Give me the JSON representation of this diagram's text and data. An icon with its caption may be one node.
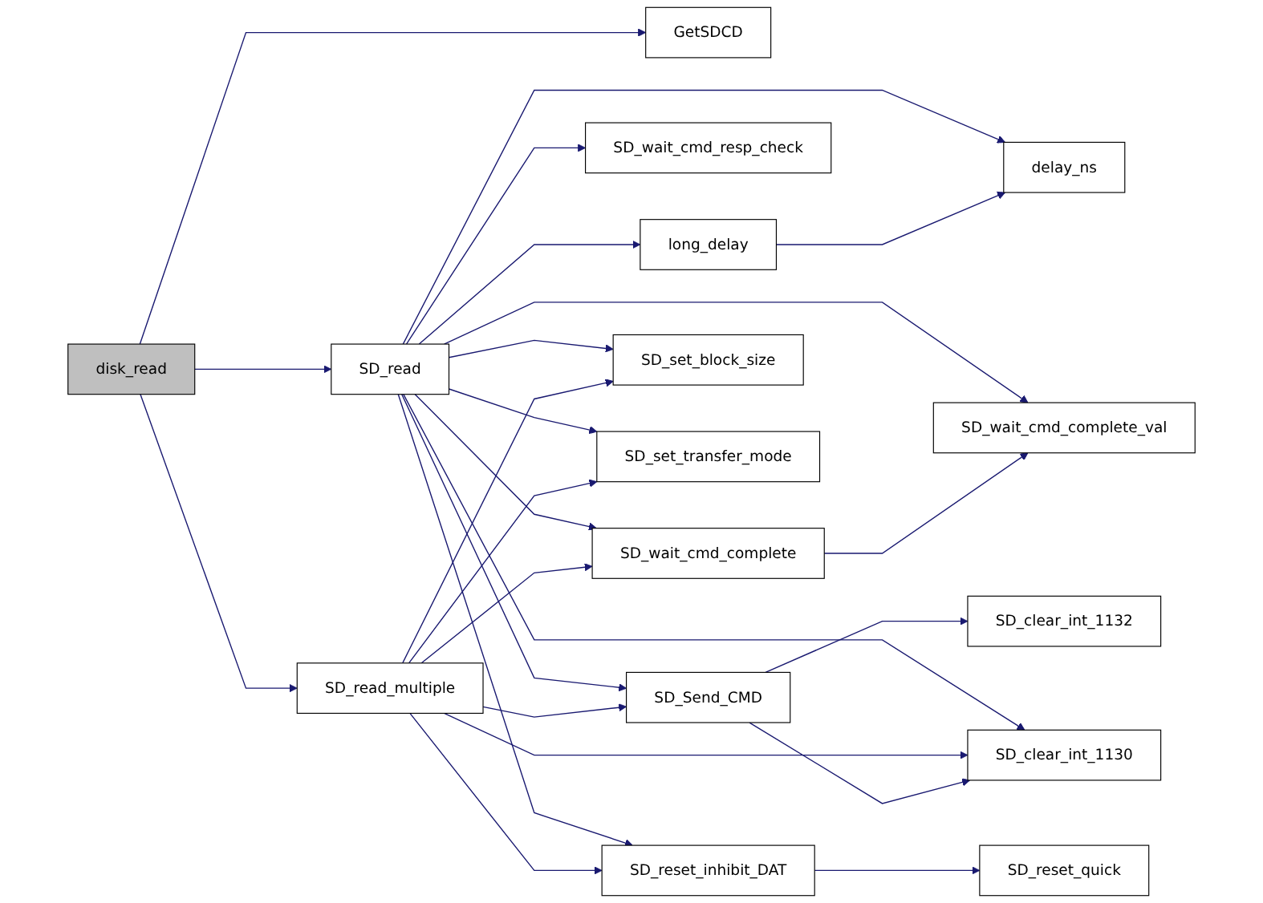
{
  "diagram": {
    "nodes": [
      {
        "text": [
          "disk_read"
        ]
      },
      {
        "text": [
          "GetSDCD"
        ]
      },
      {
        "text": [
          "SD_read"
        ]
      },
      {
        "text": [
          "SD_read_multiple"
        ]
      },
      {
        "text": [
          "long_delay"
        ]
      },
      {
        "text": [
          "SD_wait_cmd_resp_check"
        ]
      },
      {
        "text": [
          "SD_wait_cmd_complete"
        ]
      },
      {
        "text": [
          "SD_Send_CMD"
        ]
      },
      {
        "text": [
          "SD_set_block_size"
        ]
      },
      {
        "text": [
          "SD_set_transfer_mode"
        ]
      },
      {
        "text": [
          "SD_reset_inhibit_DAT"
        ]
      },
      {
        "text": [
          "delay_ns"
        ]
      },
      {
        "text": [
          "SD_wait_cmd_complete_val"
        ]
      },
      {
        "text": [
          "SD_clear_int_1132"
        ]
      },
      {
        "text": [
          "SD_clear_int_1130"
        ]
      },
      {
        "text": [
          "SD_reset_quick"
        ]
      }
    ],
    "edges": [
      {
        "from": 0,
        "to": 1,
        "arrow": "to"
      },
      {
        "from": 0,
        "to": 2,
        "arrow": "to"
      },
      {
        "from": 0,
        "to": 3,
        "arrow": "to"
      },
      {
        "from": 2,
        "to": 4,
        "arrow": "to"
      },
      {
        "from": 2,
        "to": 11,
        "arrow": "to"
      },
      {
        "from": 2,
        "to": 5,
        "arrow": "to"
      },
      {
        "from": 2,
        "to": 12,
        "arrow": "to"
      },
      {
        "from": 2,
        "to": 6,
        "arrow": "to"
      },
      {
        "from": 2,
        "to": 7,
        "arrow": "to"
      },
      {
        "from": 2,
        "to": 14,
        "arrow": "to"
      },
      {
        "from": 2,
        "to": 8,
        "arrow": "to"
      },
      {
        "from": 2,
        "to": 9,
        "arrow": "to"
      },
      {
        "from": 2,
        "to": 10,
        "arrow": "to"
      },
      {
        "from": 3,
        "to": 6,
        "arrow": "to"
      },
      {
        "from": 3,
        "to": 7,
        "arrow": "to"
      },
      {
        "from": 3,
        "to": 8,
        "arrow": "to"
      },
      {
        "from": 3,
        "to": 9,
        "arrow": "to"
      },
      {
        "from": 3,
        "to": 14,
        "arrow": "to"
      },
      {
        "from": 3,
        "to": 10,
        "arrow": "to"
      },
      {
        "from": 4,
        "to": 11,
        "arrow": "to"
      },
      {
        "from": 6,
        "to": 12,
        "arrow": "to"
      },
      {
        "from": 7,
        "to": 13,
        "arrow": "to"
      },
      {
        "from": 7,
        "to": 14,
        "arrow": "to"
      },
      {
        "from": 10,
        "to": 15,
        "arrow": "to"
      }
    ]
  }
}
